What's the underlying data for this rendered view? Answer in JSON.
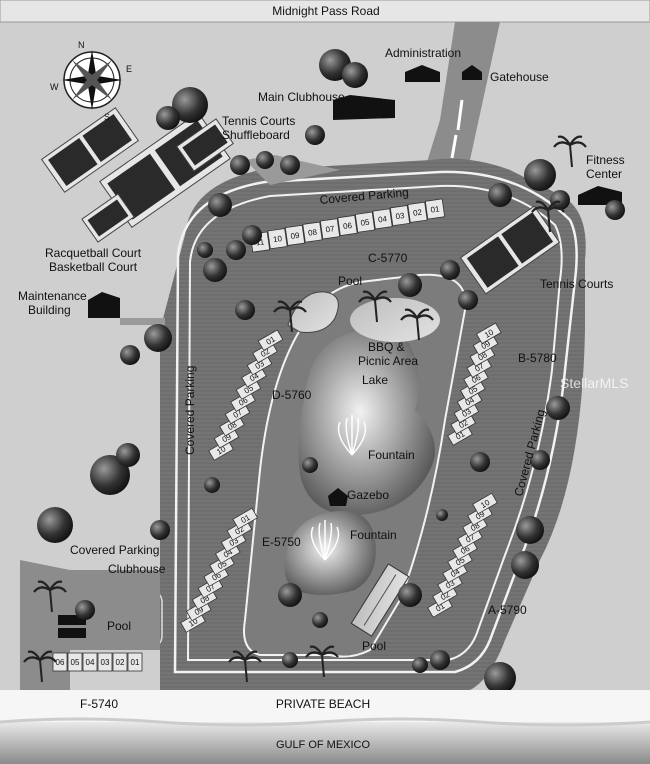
{
  "roads": {
    "top": "Midnight Pass Road",
    "bottom": "GULF OF MEXICO",
    "beach": "PRIVATE BEACH"
  },
  "compass": {
    "n": "N",
    "s": "S",
    "e": "E",
    "w": "W"
  },
  "facilities": {
    "administration": "Administration",
    "gatehouse": "Gatehouse",
    "main_clubhouse": "Main Clubhouse",
    "tennis_shuffle_1": "Tennis Courts",
    "tennis_shuffle_2": "Shuffleboard",
    "fitness_1": "Fitness",
    "fitness_2": "Center",
    "covered_parking_top": "Covered Parking",
    "racquetball_1": "Racquetball Court",
    "racquetball_2": "Basketball Court",
    "maintenance_1": "Maintenance",
    "maintenance_2": "Building",
    "pool_top": "Pool",
    "tennis_courts": "Tennis Courts",
    "bbq_1": "BBQ &",
    "bbq_2": "Picnic Area",
    "lake": "Lake",
    "fountain_1": "Fountain",
    "gazebo": "Gazebo",
    "fountain_2": "Fountain",
    "covered_parking_left_vert": "Covered Parking",
    "covered_parking_right_vert": "Covered Parking",
    "covered_parking_left": "Covered Parking",
    "clubhouse": "Clubhouse",
    "pool_left": "Pool",
    "pool_bottom": "Pool",
    "watermark": "StellarMLS"
  },
  "buildings": {
    "c": {
      "name": "C-5770",
      "units": [
        "11",
        "10",
        "09",
        "08",
        "07",
        "06",
        "05",
        "04",
        "03",
        "02",
        "01"
      ]
    },
    "d": {
      "name": "D-5760",
      "units": [
        "10",
        "09",
        "08",
        "07",
        "06",
        "05",
        "04",
        "03",
        "02",
        "01"
      ]
    },
    "e": {
      "name": "E-5750",
      "units": [
        "10",
        "09",
        "08",
        "07",
        "06",
        "05",
        "04",
        "03",
        "02",
        "01"
      ]
    },
    "b": {
      "name": "B-5780",
      "units": [
        "01",
        "02",
        "03",
        "04",
        "05",
        "06",
        "07",
        "08",
        "09",
        "10"
      ]
    },
    "a": {
      "name": "A-5790",
      "units": [
        "01",
        "02",
        "03",
        "04",
        "05",
        "06",
        "07",
        "08",
        "09",
        "10"
      ]
    },
    "f": {
      "name": "F-5740",
      "units": [
        "06",
        "05",
        "04",
        "03",
        "02",
        "01"
      ]
    }
  }
}
